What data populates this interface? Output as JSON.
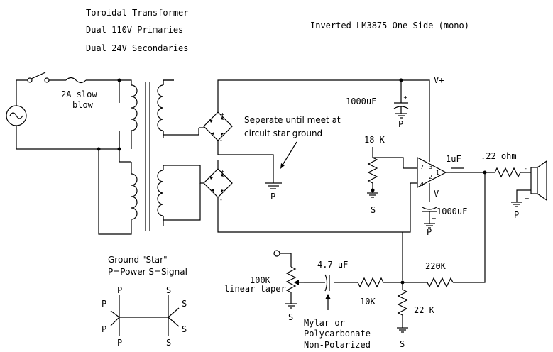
{
  "notes": {
    "line1": "Toroidal Transformer",
    "line2": "Dual 110V Primaries",
    "line3": "Dual 24V Secondaries",
    "title": "Inverted LM3875 One Side (mono)"
  },
  "labels": {
    "fuse_line1": "2A slow",
    "fuse_line2": "blow",
    "vplus": "V+",
    "vminus": "V-",
    "cap_top": "1000uF",
    "cap_bottom": "1000uF",
    "separate_line1": "Seperate until meet at",
    "separate_line2": "circuit star ground",
    "r18k": "18 K",
    "c1uf": "1uF",
    "r022": ".22 ohm",
    "c47uf": "4.7 uF",
    "pot_line1": "100K",
    "pot_line2": "linear taper",
    "r10k": "10K",
    "r220k": "220K",
    "r22k": "22 K",
    "mylar_line1": "Mylar or",
    "mylar_line2": "Polycarbonate",
    "mylar_line3": "Non-Polarized",
    "star_title": "Ground \"Star\"",
    "star_legend": "P=Power S=Signal",
    "ground_p": "P",
    "ground_s": "S",
    "plus": "+",
    "minus": "-"
  },
  "opamp_pins": [
    "7",
    "3",
    "1",
    "2",
    "4"
  ]
}
